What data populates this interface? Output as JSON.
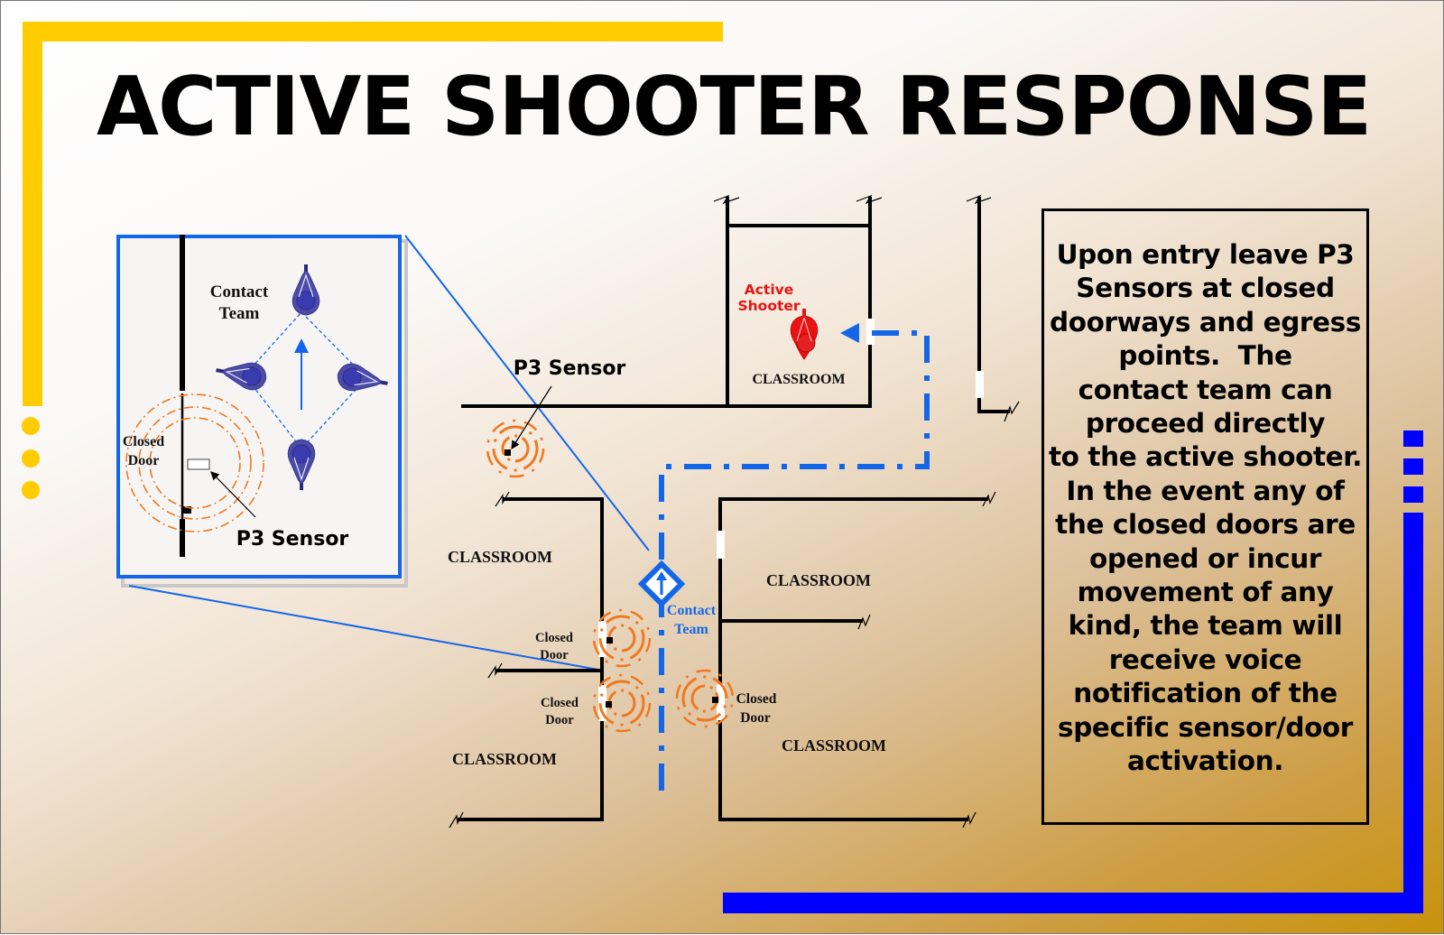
{
  "title": "ACTIVE SHOOTER RESPONSE",
  "colors": {
    "accent_yellow": "#FFCC00",
    "accent_blue": "#0000FF",
    "path_blue": "#1466E8",
    "sensor_orange": "#F07820",
    "shooter_red": "#E81414",
    "team_purple": "#4C4CA8"
  },
  "inset": {
    "contact_team_label": [
      "Contact",
      "Team"
    ],
    "closed_door_label": [
      "Closed",
      "Door"
    ],
    "sensor_label": "P3 Sensor",
    "icons": [
      "team-member-icon",
      "team-member-icon",
      "team-member-icon",
      "team-member-icon",
      "direction-arrow-icon",
      "sensor-signal-icon"
    ]
  },
  "floorplan": {
    "sensor_callout": "P3 Sensor",
    "active_shooter_label": [
      "Active",
      "Shooter"
    ],
    "contact_team_label": [
      "Contact",
      "Team"
    ],
    "rooms": [
      {
        "id": "top",
        "label": "CLASSROOM"
      },
      {
        "id": "upper-left",
        "label": "CLASSROOM"
      },
      {
        "id": "upper-right",
        "label": "CLASSROOM"
      },
      {
        "id": "lower-left",
        "label": "CLASSROOM"
      },
      {
        "id": "lower-right",
        "label": "CLASSROOM"
      }
    ],
    "doors": [
      {
        "id": "left-upper",
        "label": [
          "Closed",
          "Door"
        ]
      },
      {
        "id": "left-lower",
        "label": [
          "Closed",
          "Door"
        ]
      },
      {
        "id": "right-lower",
        "label": [
          "Closed",
          "Door"
        ]
      }
    ]
  },
  "info_box": {
    "lines": [
      "Upon entry leave P3",
      "Sensors at closed",
      "doorways and egress",
      "points.  The",
      "contact team can",
      "proceed directly",
      "to the active shooter.",
      "In the event any of",
      "the closed doors are",
      "opened or incur",
      "movement of any",
      "kind, the team will",
      "receive voice",
      "notification of the",
      "specific sensor/door",
      "activation."
    ]
  }
}
